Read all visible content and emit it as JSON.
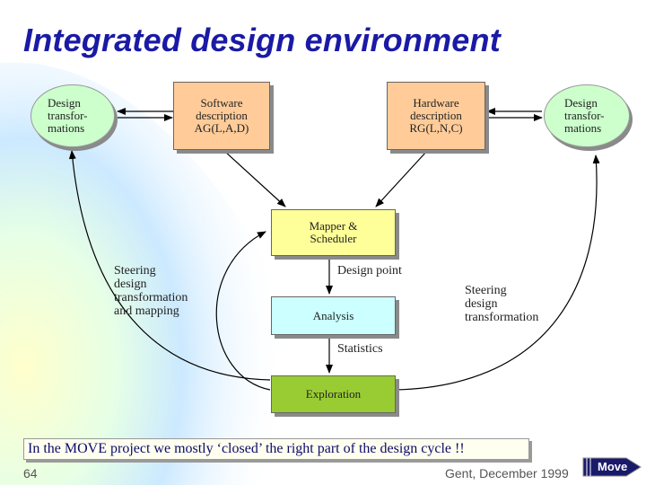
{
  "title": "Integrated design environment",
  "nodes": {
    "design_left": "Design\ntransfor-\nmations",
    "design_right": "Design\ntransfor-\nmations",
    "software": "Software\ndescription\nAG(L,A,D)",
    "hardware": "Hardware\ndescription\nRG(L,N,C)",
    "mapper": "Mapper &\nScheduler",
    "analysis": "Analysis",
    "exploration": "Exploration"
  },
  "edge_labels": {
    "design_point": "Design point",
    "statistics": "Statistics",
    "steering_left": "Steering\ndesign\ntransformation\nand mapping",
    "steering_right": "Steering\ndesign\ntransformation"
  },
  "footnote": "In the MOVE project we mostly ‘closed’ the right part of the design cycle !!",
  "page_number": "64",
  "footer": "Gent, December 1999",
  "logo_text": "Move",
  "colors": {
    "title": "#1a1aa6",
    "software_box": "#ffcc99",
    "hardware_box": "#ffcc99",
    "mapper_box": "#ffff99",
    "analysis_box": "#ccffff",
    "exploration_box": "#99cc33",
    "design_circles": "#ccffcc"
  }
}
